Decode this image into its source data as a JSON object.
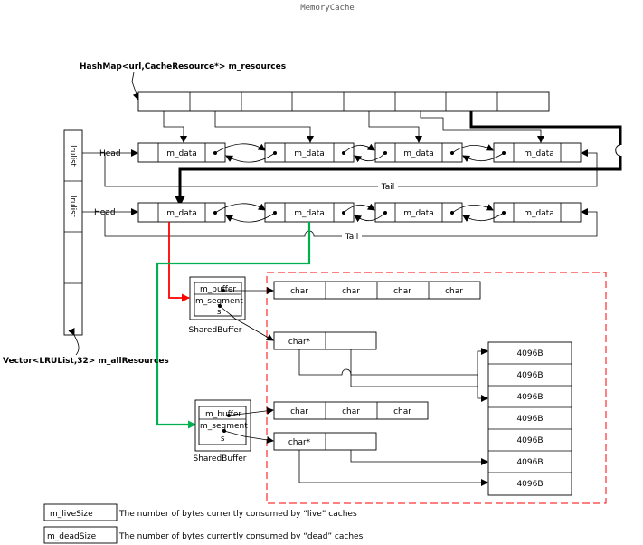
{
  "title": "MemoryCache",
  "hashmap_label": "HashMap<url,CacheResource*> m_resources",
  "vector_label": "Vector<LRUList,32> m_allResources",
  "lrulist_label": "lrulist",
  "head_label": "Head",
  "tail_label": "Tail",
  "node_data_label": "m_data",
  "shared_buffer": {
    "label": "SharedBuffer",
    "buffer_label": "m_buffer",
    "segment_label": "m_segment",
    "segment_suffix": "s"
  },
  "char_label": "char",
  "char_ptr_label": "char*",
  "block_label": "4096B",
  "legend": [
    {
      "name": "m_liveSize",
      "description": "The number of bytes currently consumed by “live” caches"
    },
    {
      "name": "m_deadSize",
      "description": "The number of bytes currently consumed by “dead” caches"
    }
  ],
  "colors": {
    "red_arrow": "#ff0000",
    "green_arrow": "#00b050",
    "dashed_region": "#ff0000",
    "line": "#000000"
  }
}
